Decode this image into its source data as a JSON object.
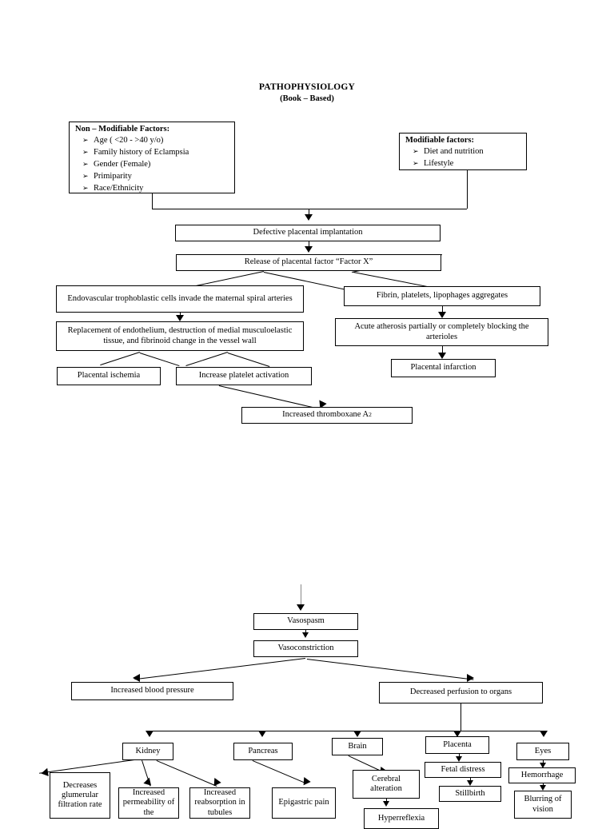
{
  "header": {
    "title": "PATHOPHYSIOLOGY",
    "subtitle": "(Book – Based)"
  },
  "diagram": {
    "type": "flowchart",
    "non_modifiable": {
      "heading": "Non – Modifiable Factors:",
      "bullet_glyph": "➢",
      "items": [
        "Age ( <20 - >40 y/o)",
        "Family history of Eclampsia",
        "Gender (Female)",
        "Primiparity",
        "Race/Ethnicity"
      ]
    },
    "modifiable": {
      "heading": "Modifiable factors:",
      "bullet_glyph": "➢",
      "items": [
        "Diet and nutrition",
        "Lifestyle"
      ]
    },
    "nodes": {
      "defective_implantation": "Defective placental implantation",
      "factor_x": "Release of placental factor “Factor X”",
      "endovascular": "Endovascular trophoblastic cells invade the maternal spiral arteries",
      "fibrin": "Fibrin, platelets, lipophages aggregates",
      "replacement": "Replacement of endothelium, destruction of medial musculoelastic tissue, and fibrinoid change in the vessel wall",
      "acute_atherosis": "Acute atherosis partially or completely blocking the arterioles",
      "placental_ischemia": "Placental ischemia",
      "platelet_activation": "Increase platelet activation",
      "placental_infarction": "Placental infarction",
      "thromboxane_pre": "Increased thromboxane A",
      "thromboxane_sub": "2",
      "vasospasm": "Vasospasm",
      "vasoconstriction": "Vasoconstriction",
      "increased_bp": "Increased blood pressure",
      "decreased_perfusion": "Decreased perfusion to organs",
      "kidney": "Kidney",
      "pancreas": "Pancreas",
      "brain": "Brain",
      "placenta": "Placenta",
      "eyes": "Eyes",
      "decreases_gfr": "Decreases glumerular filtration rate",
      "increased_permeability": "Increased permeability of the",
      "increased_reabsorption": "Increased reabsorption in tubules",
      "epigastric_pain": "Epigastric pain",
      "cerebral_alteration": "Cerebral alteration",
      "fetal_distress": "Fetal distress",
      "stillbirth": "Stillbirth",
      "hemorrhage": "Hemorrhage",
      "blurring_vision": "Blurring of vision",
      "hyperreflexia": "Hyperreflexia"
    }
  }
}
